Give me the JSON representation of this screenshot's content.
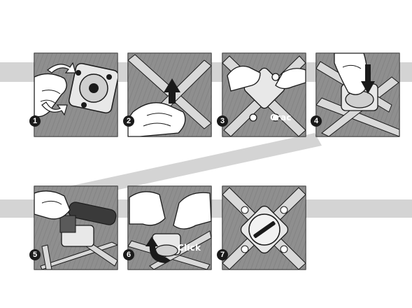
{
  "steps": [
    {
      "number": "1",
      "callout": ""
    },
    {
      "number": "2",
      "callout": ""
    },
    {
      "number": "3",
      "callout": "Crac"
    },
    {
      "number": "4",
      "callout": ""
    },
    {
      "number": "5",
      "callout": ""
    },
    {
      "number": "6",
      "callout": "Click"
    },
    {
      "number": "7",
      "callout": ""
    }
  ],
  "colors": {
    "panel_background": "#8f8f8f",
    "band": "#d4d4d4",
    "ink": "#1a1a1a",
    "highlight": "#f2f2f2"
  }
}
